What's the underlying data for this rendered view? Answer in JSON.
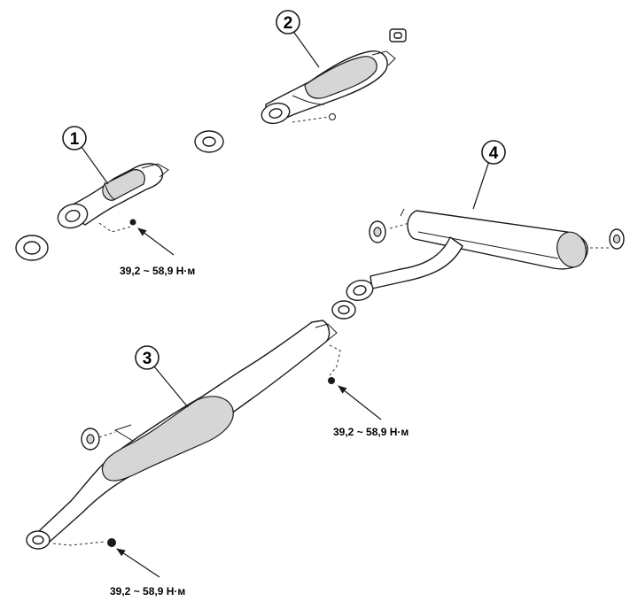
{
  "callouts": [
    {
      "id": "1",
      "label": "1"
    },
    {
      "id": "2",
      "label": "2"
    },
    {
      "id": "3",
      "label": "3"
    },
    {
      "id": "4",
      "label": "4"
    }
  ],
  "torque_labels": [
    "39,2 ~ 58,9 Н·м",
    "39,2 ~ 58,9 Н·м",
    "39,2 ~ 58,9 Н·м"
  ]
}
